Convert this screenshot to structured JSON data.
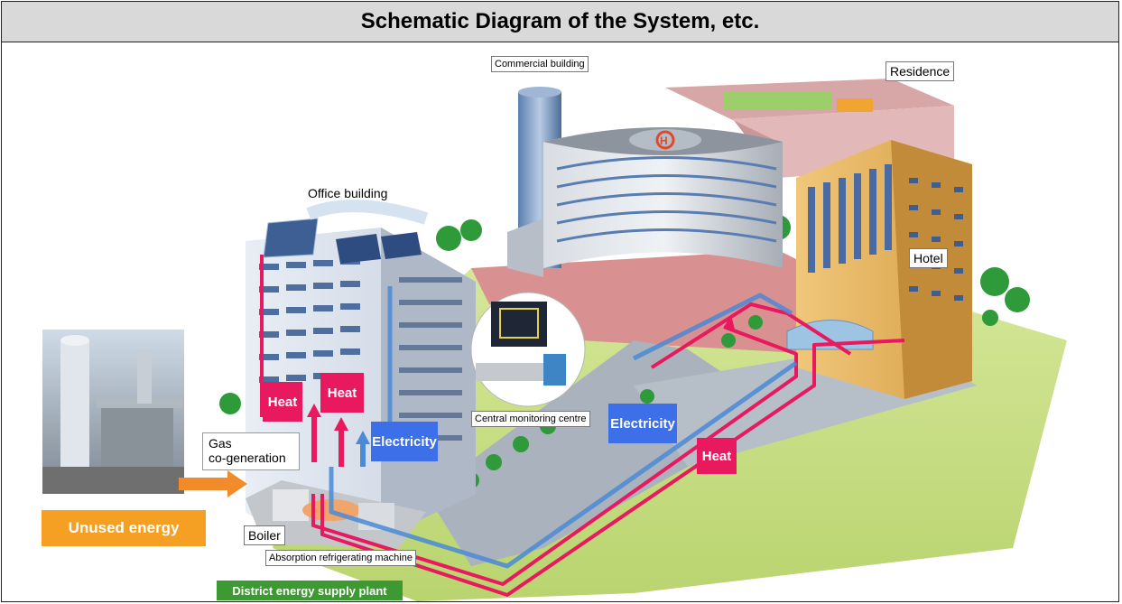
{
  "title": "Schematic Diagram of the System, etc.",
  "labels": {
    "commercial": "Commercial building",
    "residence": "Residence",
    "office": "Office building",
    "hotel": "Hotel",
    "central_monitoring": "Central monitoring centre",
    "gas_line1": "Gas",
    "gas_line2": "co-generation",
    "boiler": "Boiler",
    "absorption": "Absorption refrigerating machine"
  },
  "flows": {
    "heat_1": "Heat",
    "heat_2": "Heat",
    "heat_3": "Heat",
    "electricity_1": "Electricity",
    "electricity_2": "Electricity"
  },
  "unused_energy": "Unused energy",
  "plant": "District energy supply plant",
  "colors": {
    "heat": "#e8195f",
    "electricity": "#3c6fe8",
    "unused_energy": "#f5a023",
    "plant": "#3d9a32"
  }
}
